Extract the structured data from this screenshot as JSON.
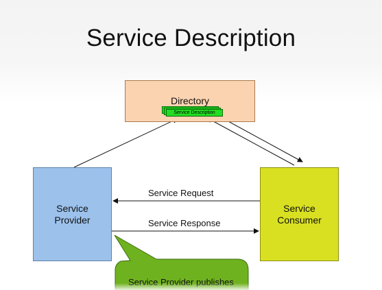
{
  "title": "Service Description",
  "nodes": {
    "directory": {
      "label": "Directory",
      "document_label": "Service Description"
    },
    "provider": {
      "label_line1": "Service",
      "label_line2": "Provider"
    },
    "consumer": {
      "label_line1": "Service",
      "label_line2": "Consumer"
    }
  },
  "edges": {
    "request": "Service Request",
    "response": "Service Response"
  },
  "callout": {
    "text": "Service Provider publishes"
  },
  "colors": {
    "directory_fill": "#fbd3b0",
    "provider_fill": "#9cc2ec",
    "consumer_fill": "#d9e021",
    "document_fill": "#22dd22",
    "callout_fill": "#6fb21f"
  }
}
